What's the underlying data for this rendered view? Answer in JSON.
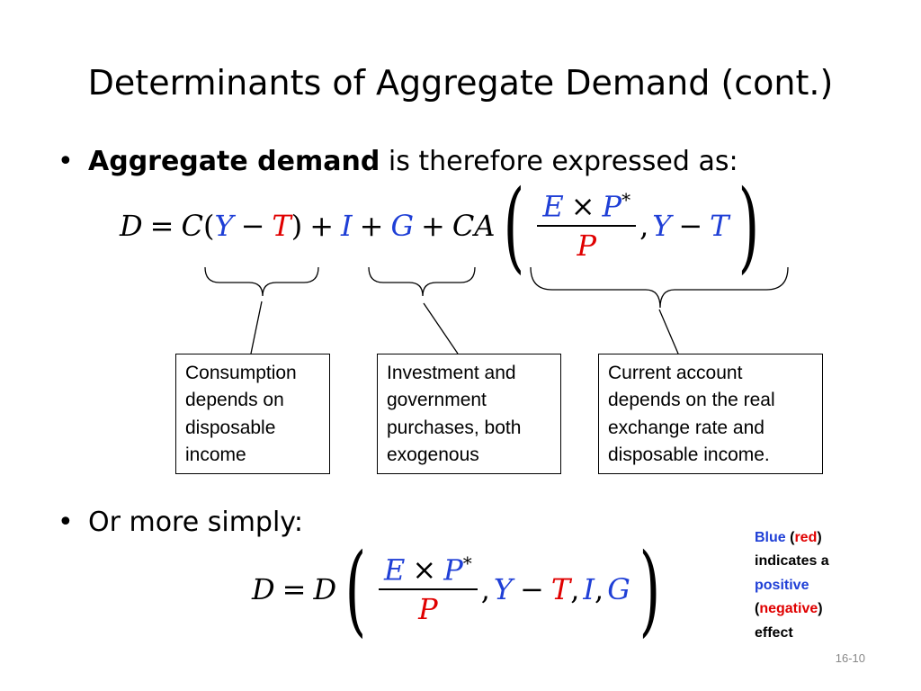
{
  "title": "Determinants of Aggregate Demand (cont.)",
  "bullet1": {
    "marker": "•",
    "bold": "Aggregate demand",
    "rest": " is therefore expressed as:"
  },
  "eq1": {
    "D": "D",
    "eq": "=",
    "C": "C",
    "lp": "(",
    "Y": "Y",
    "minus": "−",
    "T": "T",
    "rp": ")",
    "plus1": "+",
    "I": "I",
    "plus2": "+",
    "G": "G",
    "plus3": "+",
    "CA": "CA",
    "big_lp": "(",
    "frac_num_E": "E",
    "times": "×",
    "frac_num_P": "P",
    "star": "*",
    "frac_den": "P",
    "comma": ",",
    "Y2": "Y",
    "minus2": "−",
    "T2": "T",
    "big_rp": ")"
  },
  "boxes": {
    "consumption": [
      "Consumption",
      "depends on",
      "disposable",
      "income"
    ],
    "investment": [
      "Investment and",
      "government",
      "purchases, both",
      "exogenous"
    ],
    "current_account": [
      "Current account",
      "depends on the real",
      "exchange rate and",
      "disposable income."
    ]
  },
  "bullet2": {
    "marker": "•",
    "text": "Or more simply:"
  },
  "eq2": {
    "D": "D",
    "eq": "=",
    "D2": "D",
    "big_lp": "(",
    "frac_num_E": "E",
    "times": "×",
    "frac_num_P": "P",
    "star": "*",
    "frac_den": "P",
    "comma1": ",",
    "Y": "Y",
    "minus": "−",
    "T": "T",
    "comma2": ",",
    "I": "I",
    "comma3": ",",
    "G": "G",
    "big_rp": ")"
  },
  "legend": {
    "blue": "Blue",
    "lp1": " (",
    "red": "red",
    "rp1": ")",
    "line2": "indicates a",
    "positive": "positive",
    "lp2": "(",
    "negative": "negative",
    "rp2": ")",
    "line5": "effect"
  },
  "page_number": "16-10",
  "colors": {
    "positive": "#1f3fd6",
    "negative": "#e00000"
  }
}
